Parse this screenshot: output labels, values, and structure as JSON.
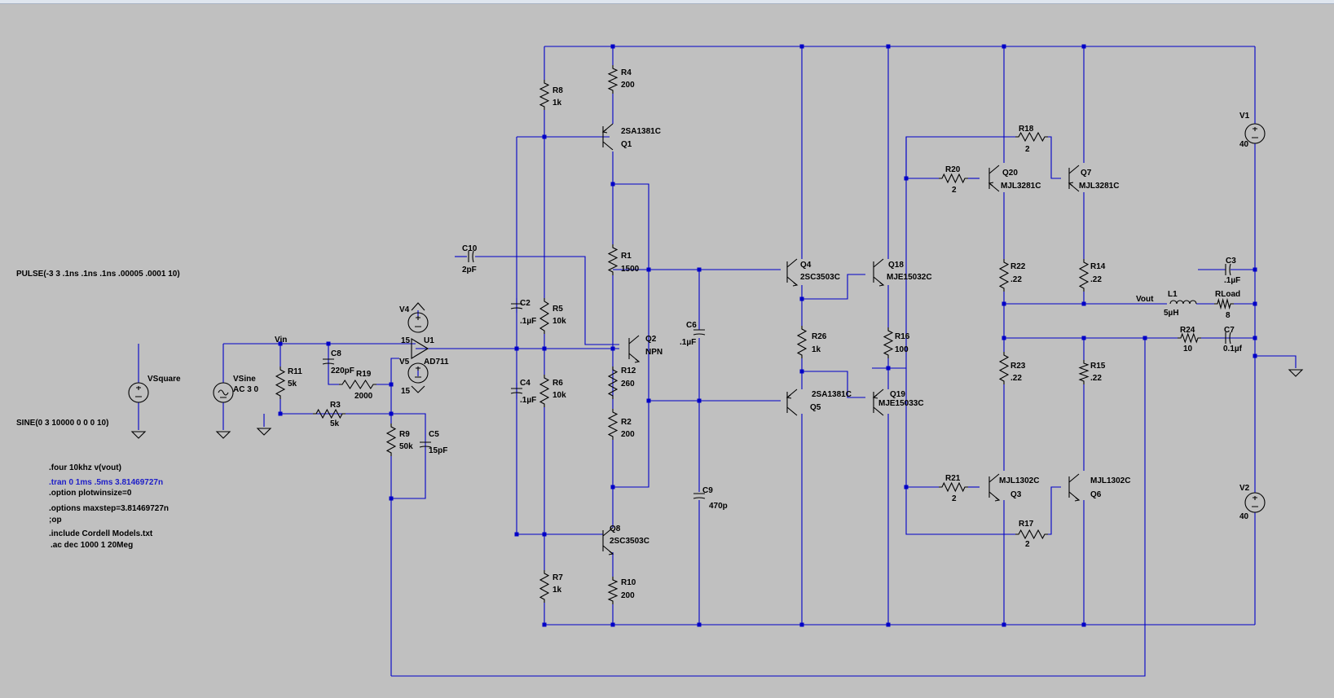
{
  "colors": {
    "background": "#c0c0c0",
    "wire": "#0000c8",
    "component": "#000000",
    "directive_blue": "#1d1dc8"
  },
  "directives": {
    "pulse": "PULSE(-3 3 .1ns .1ns .1ns .00005 .0001 10)",
    "sine": "SINE(0 3 10000 0 0 0 10)",
    "four": ".four 10khz v(vout)",
    "tran": ".tran 0 1ms .5ms 3.81469727n",
    "plotwinsize": ".option plotwinsize=0",
    "maxstep": ".options maxstep=3.81469727n",
    "op": ";op",
    "include": ".include Cordell Models.txt",
    "ac": ".ac dec 1000 1 20Meg"
  },
  "nets": {
    "vin": "Vin",
    "vout": "Vout"
  },
  "sources": {
    "vsquare": {
      "name": "VSquare"
    },
    "vsine": {
      "name": "VSine",
      "value": "AC 3 0"
    },
    "v1": {
      "name": "V1",
      "value": "40"
    },
    "v2": {
      "name": "V2",
      "value": "40"
    },
    "v4": {
      "name": "V4",
      "value": "15"
    },
    "v5": {
      "name": "V5",
      "value": "15"
    }
  },
  "opamp": {
    "name": "U1",
    "model": "AD711"
  },
  "resistors": {
    "r1": {
      "name": "R1",
      "value": "1500"
    },
    "r2": {
      "name": "R2",
      "value": "200"
    },
    "r3": {
      "name": "R3",
      "value": "5k"
    },
    "r4": {
      "name": "R4",
      "value": "200"
    },
    "r5": {
      "name": "R5",
      "value": "10k"
    },
    "r6": {
      "name": "R6",
      "value": "10k"
    },
    "r7": {
      "name": "R7",
      "value": "1k"
    },
    "r8": {
      "name": "R8",
      "value": "1k"
    },
    "r9": {
      "name": "R9",
      "value": "50k"
    },
    "r10": {
      "name": "R10",
      "value": "200"
    },
    "r11": {
      "name": "R11",
      "value": "5k"
    },
    "r12": {
      "name": "R12",
      "value": "260"
    },
    "r14": {
      "name": "R14",
      "value": ".22"
    },
    "r15": {
      "name": "R15",
      "value": ".22"
    },
    "r16": {
      "name": "R16",
      "value": "100"
    },
    "r17": {
      "name": "R17",
      "value": "2"
    },
    "r18": {
      "name": "R18",
      "value": "2"
    },
    "r19": {
      "name": "R19",
      "value": "2000"
    },
    "r20": {
      "name": "R20",
      "value": "2"
    },
    "r21": {
      "name": "R21",
      "value": "2"
    },
    "r22": {
      "name": "R22",
      "value": ".22"
    },
    "r23": {
      "name": "R23",
      "value": ".22"
    },
    "r24": {
      "name": "R24",
      "value": "10"
    },
    "r26": {
      "name": "R26",
      "value": "1k"
    },
    "rload": {
      "name": "RLoad",
      "value": "8"
    }
  },
  "capacitors": {
    "c2": {
      "name": "C2",
      "value": ".1µF"
    },
    "c3": {
      "name": "C3",
      "value": ".1µF"
    },
    "c4": {
      "name": "C4",
      "value": ".1µF"
    },
    "c5": {
      "name": "C5",
      "value": "15pF"
    },
    "c6": {
      "name": "C6",
      "value": ".1µF"
    },
    "c7": {
      "name": "C7",
      "value": "0.1µf"
    },
    "c8": {
      "name": "C8",
      "value": "220pF"
    },
    "c9": {
      "name": "C9",
      "value": "470p"
    },
    "c10": {
      "name": "C10",
      "value": "2pF"
    }
  },
  "inductors": {
    "l1": {
      "name": "L1",
      "value": "5µH"
    }
  },
  "transistors": {
    "q1": {
      "name": "Q1",
      "model": "2SA1381C"
    },
    "q2": {
      "name": "Q2",
      "model": "NPN"
    },
    "q3": {
      "name": "Q3",
      "model": "MJL1302C"
    },
    "q4": {
      "name": "Q4",
      "model": "2SC3503C"
    },
    "q5": {
      "name": "Q5",
      "model": "2SA1381C"
    },
    "q6": {
      "name": "Q6",
      "model": "MJL1302C"
    },
    "q7": {
      "name": "Q7",
      "model": "MJL3281C"
    },
    "q8": {
      "name": "Q8",
      "model": "2SC3503C"
    },
    "q18": {
      "name": "Q18",
      "model": "MJE15032C"
    },
    "q19": {
      "name": "Q19",
      "model": "MJE15033C"
    },
    "q20": {
      "name": "Q20",
      "model": "MJL3281C"
    }
  }
}
